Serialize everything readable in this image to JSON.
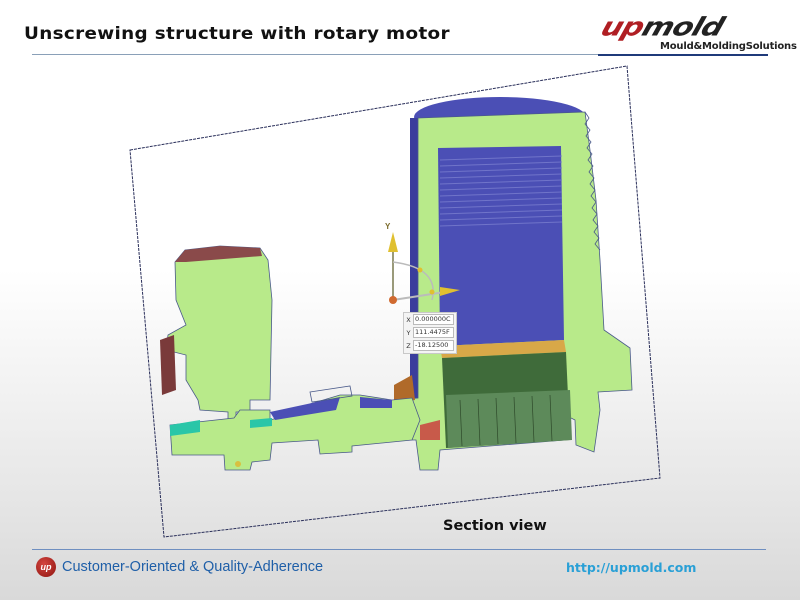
{
  "header": {
    "title": "Unscrewing structure with rotary motor",
    "logo": {
      "word_part1": "up",
      "word_part2": "mold",
      "tagline": "Mould&MoldingSolutions"
    }
  },
  "viewport": {
    "caption": "Section view",
    "triad": {
      "axis_label": "Y",
      "coordinates": [
        {
          "axis": "X",
          "value": "0.000000C"
        },
        {
          "axis": "Y",
          "value": "111.4475F"
        },
        {
          "axis": "Z",
          "value": "-18.12500"
        }
      ]
    }
  },
  "footer": {
    "emblem_text": "up",
    "slogan": "Customer-Oriented & Quality-Adherence",
    "url": "http://upmold.com"
  },
  "colors": {
    "section_fill": "#b8ea8a",
    "part_blue": "#4b4fb5",
    "brand_red": "#b01e23",
    "slogan_blue": "#1f5fa8",
    "url_blue": "#2aa0d6"
  }
}
